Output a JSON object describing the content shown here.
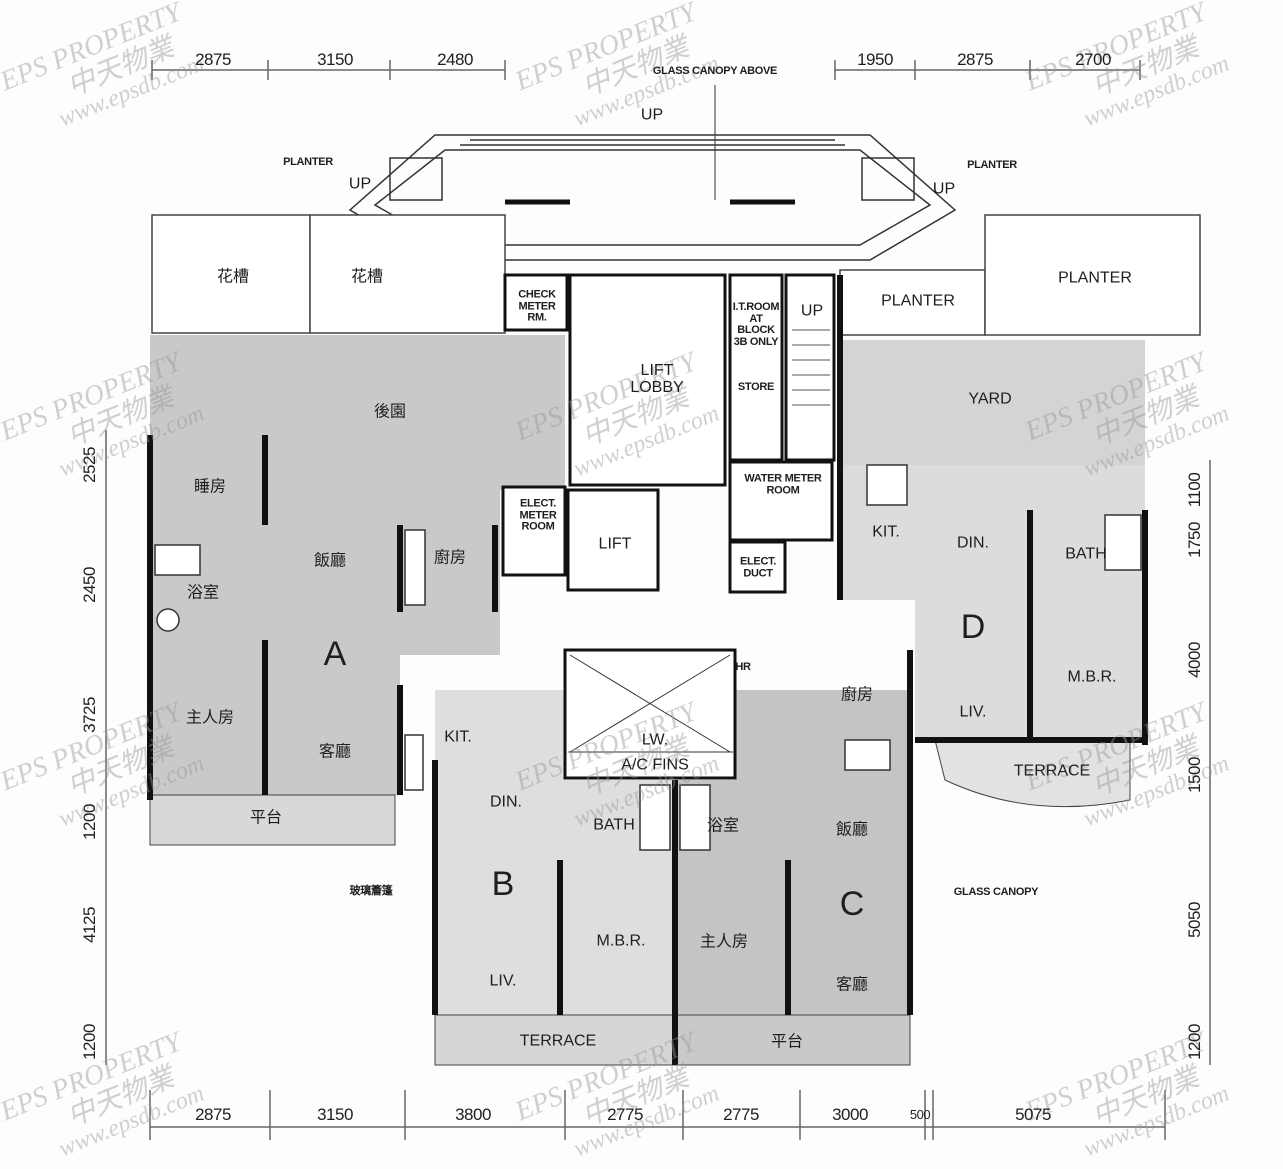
{
  "dimensions": {
    "top_left": [
      "2875",
      "3150",
      "2480"
    ],
    "top_right": [
      "1950",
      "2875",
      "2700"
    ],
    "left": [
      "2525",
      "2450",
      "3725",
      "1200",
      "4125",
      "1200"
    ],
    "right": [
      "1100",
      "1750",
      "4000",
      "1500",
      "5050",
      "1200"
    ],
    "bottom": [
      "2875",
      "3150",
      "3800",
      "2775",
      "2775",
      "3000",
      "500",
      "5075"
    ]
  },
  "labels": {
    "glass_canopy_above": "GLASS CANOPY ABOVE",
    "up_top": "UP",
    "up_left": "UP",
    "up_right": "UP",
    "up_stair": "UP",
    "planter_left": "PLANTER",
    "planter_right": "PLANTER",
    "flower_bed_1": "花槽",
    "flower_bed_2": "花槽",
    "check_meter": "CHECK METER RM.",
    "lift_lobby": "LIFT LOBBY",
    "it_room": "I.T.ROOM AT BLOCK 3B ONLY",
    "store": "STORE",
    "planter_mid": "PLANTER",
    "planter_far": "PLANTER",
    "yard": "YARD",
    "back_garden": "後園",
    "elect_meter": "ELECT. METER ROOM",
    "lift": "LIFT",
    "water_meter": "WATER METER ROOM",
    "elect_duct": "ELECT. DUCT",
    "hr": "HR",
    "lw": "LW.",
    "ac_fins": "A/C FINS",
    "glass_canopy_cn": "玻璃簷篷",
    "glass_canopy": "GLASS CANOPY"
  },
  "units": {
    "A": {
      "letter": "A",
      "bedroom": "睡房",
      "dining": "飯廳",
      "kitchen": "廚房",
      "bath": "浴室",
      "master": "主人房",
      "living": "客廳",
      "platform": "平台"
    },
    "B": {
      "letter": "B",
      "kitchen": "KIT.",
      "dining": "DIN.",
      "bath": "BATH",
      "master": "M.B.R.",
      "living": "LIV.",
      "terrace": "TERRACE"
    },
    "C": {
      "letter": "C",
      "kitchen": "廚房",
      "bath": "浴室",
      "dining": "飯廳",
      "master": "主人房",
      "living": "客廳",
      "platform": "平台"
    },
    "D": {
      "letter": "D",
      "kitchen": "KIT.",
      "dining": "DIN.",
      "bath": "BATH",
      "master": "M.B.R.",
      "living": "LIV.",
      "terrace": "TERRACE"
    }
  },
  "watermark": {
    "line1": "EPS PROPERTY",
    "line2": "中天物業",
    "line3": "www.epsdb.com"
  }
}
